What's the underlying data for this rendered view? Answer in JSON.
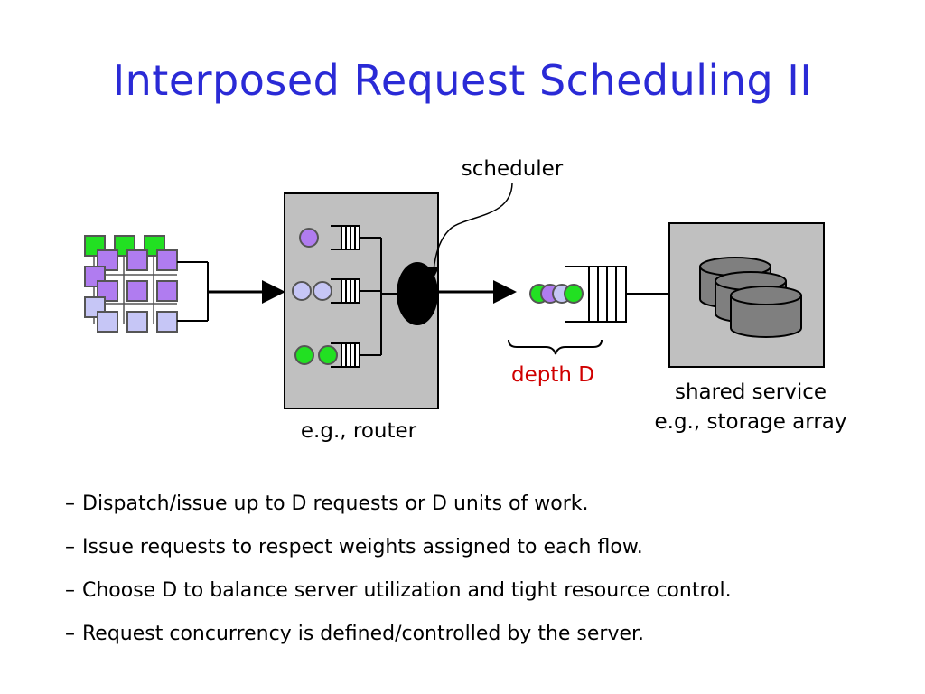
{
  "slide": {
    "title": "Interposed Request Scheduling II"
  },
  "diagram": {
    "scheduler_label": "scheduler",
    "depth_label": "depth D",
    "router_label": "e.g., router",
    "service_label_line1": "shared service",
    "service_label_line2": "e.g., storage array",
    "colors": {
      "title": "#2a2ad6",
      "depth_label": "#d00000",
      "box_fill": "#c0c0c0",
      "green": "#22e022",
      "purple": "#b07cf0",
      "lavender": "#c6c6f6",
      "cylinder": "#7f7f7f"
    }
  },
  "bullets": [
    "Dispatch/issue up to D requests or D units of work.",
    "Issue requests to respect weights assigned to each flow.",
    "Choose D to balance server utilization and tight resource control.",
    "Request concurrency is defined/controlled by the server."
  ]
}
